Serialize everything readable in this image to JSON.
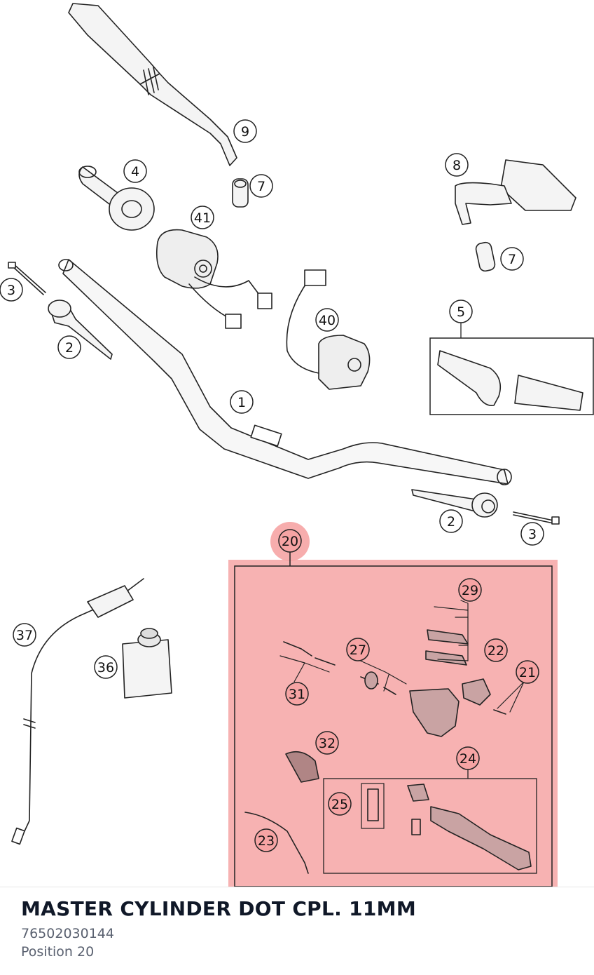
{
  "diagram": {
    "callouts": [
      {
        "id": "c9",
        "label": "9"
      },
      {
        "id": "c4",
        "label": "4"
      },
      {
        "id": "c7a",
        "label": "7"
      },
      {
        "id": "c41",
        "label": "41"
      },
      {
        "id": "c8",
        "label": "8"
      },
      {
        "id": "c7b",
        "label": "7"
      },
      {
        "id": "c3a",
        "label": "3"
      },
      {
        "id": "c2a",
        "label": "2"
      },
      {
        "id": "c40",
        "label": "40"
      },
      {
        "id": "c5",
        "label": "5"
      },
      {
        "id": "c1",
        "label": "1"
      },
      {
        "id": "c2b",
        "label": "2"
      },
      {
        "id": "c3b",
        "label": "3"
      },
      {
        "id": "c20",
        "label": "20"
      },
      {
        "id": "c29",
        "label": "29"
      },
      {
        "id": "c22",
        "label": "22"
      },
      {
        "id": "c27",
        "label": "27"
      },
      {
        "id": "c21",
        "label": "21"
      },
      {
        "id": "c31",
        "label": "31"
      },
      {
        "id": "c32",
        "label": "32"
      },
      {
        "id": "c24",
        "label": "24"
      },
      {
        "id": "c25",
        "label": "25"
      },
      {
        "id": "c23",
        "label": "23"
      },
      {
        "id": "c37",
        "label": "37"
      },
      {
        "id": "c36",
        "label": "36"
      }
    ],
    "highlight_color": "#f6a4a4",
    "line_color": "#222222"
  },
  "part": {
    "title": "MASTER CYLINDER DOT CPL. 11MM",
    "number": "76502030144",
    "position": "Position 20"
  }
}
